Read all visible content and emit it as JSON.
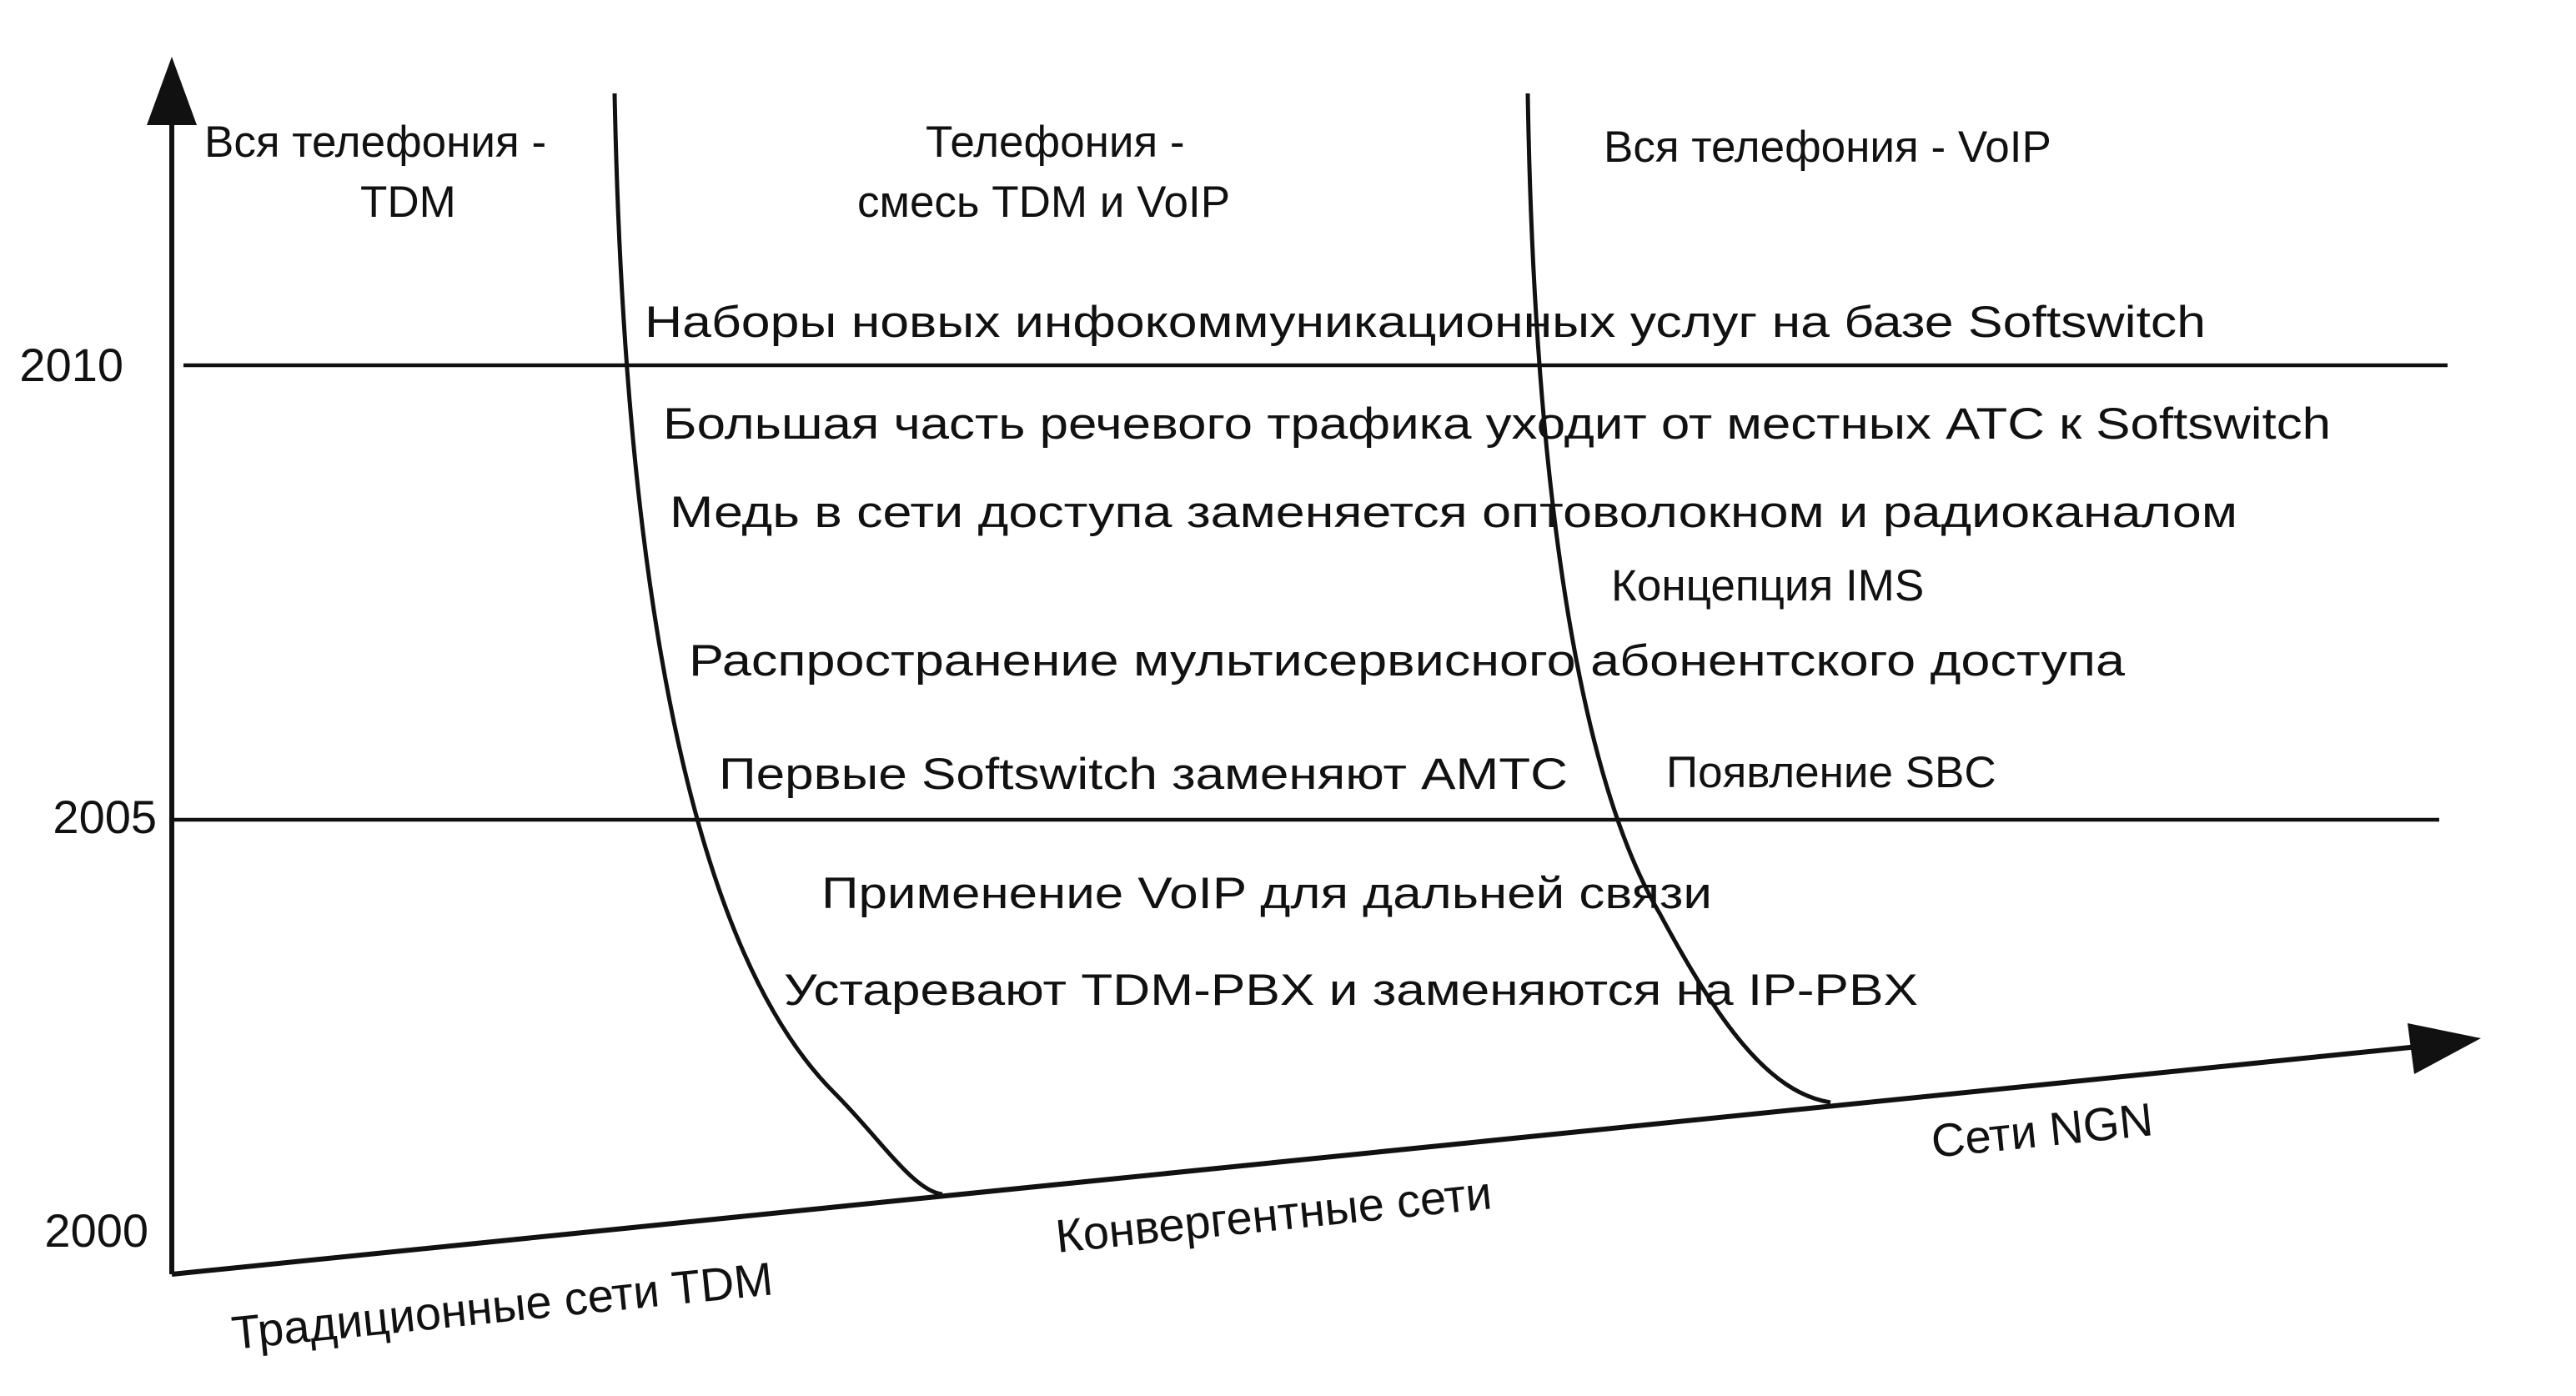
{
  "years": [
    "2010",
    "2005",
    "2000"
  ],
  "phases": {
    "tdm_line1": "Вся телефония -",
    "tdm_line2": "TDM",
    "mix_line1": "Телефония -",
    "mix_line2": "смесь TDM и VoIP",
    "voip": "Вся телефония - VoIP"
  },
  "events": {
    "service_sets": "Наборы новых инфокоммуникационных услуг на базе Softswitch",
    "traffic_shift": "Большая часть речевого трафика уходит от местных АТС к Softswitch",
    "copper_replaced": "Медь в сети доступа заменяется оптоволокном и радиоканалом",
    "ims_concept": "Концепция IMS",
    "multiservice_access": "Распространение мультисервисного абонентского доступа",
    "first_softswitch": "Первые Softswitch заменяют АМТС",
    "sbc_appearance": "Появление SBC",
    "voip_long_distance": "Применение VoIP для дальней связи",
    "tdm_pbx_aging": "Устаревают TDM-PBX и заменяются на IP-PBX"
  },
  "eras": {
    "traditional": "Традиционные сети TDM",
    "convergent": "Конвергентные сети",
    "ngn": "Сети NGN"
  },
  "colors": {
    "ink": "#111111",
    "background": "#ffffff"
  }
}
